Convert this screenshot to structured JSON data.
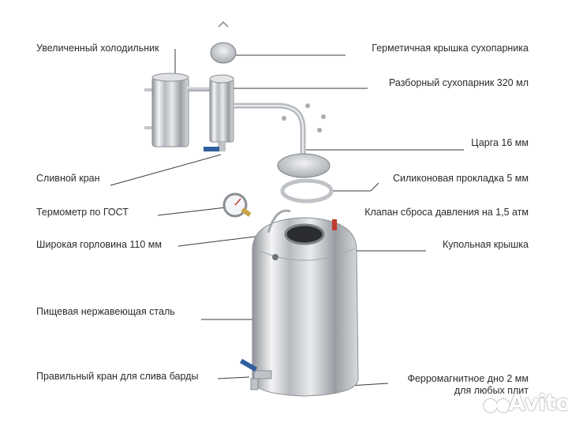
{
  "labels_left": [
    {
      "key": "cooler",
      "text": "Увеличенный холодильник"
    },
    {
      "key": "drain_valve",
      "text": "Сливной кран"
    },
    {
      "key": "thermometer",
      "text": "Термометр по ГОСТ"
    },
    {
      "key": "wide_neck",
      "text": "Широкая горловина 110 мм"
    },
    {
      "key": "steel",
      "text": "Пищевая нержавеющая сталь"
    },
    {
      "key": "bard_valve",
      "text": "Правильный кран для слива барды"
    }
  ],
  "labels_right": [
    {
      "key": "lid",
      "text": "Герметичная крышка сухопарника"
    },
    {
      "key": "dryer",
      "text": "Разборный сухопарник 320 мл"
    },
    {
      "key": "column",
      "text": "Царга 16 мм"
    },
    {
      "key": "gasket",
      "text": "Силиконовая прокладка 5 мм"
    },
    {
      "key": "relief",
      "text": "Клапан сброса давления на 1,5 атм"
    },
    {
      "key": "dome",
      "text": "Купольная крышка"
    },
    {
      "key": "bottom_1",
      "text": "Ферромагнитное дно 2 мм"
    },
    {
      "key": "bottom_2",
      "text": "для любых плит"
    }
  ],
  "watermark": "Avito",
  "colors": {
    "text": "#2b2b2b",
    "line": "#3a3a3a",
    "steel": "#c9ccd0",
    "valve": "#2f5f9e"
  }
}
